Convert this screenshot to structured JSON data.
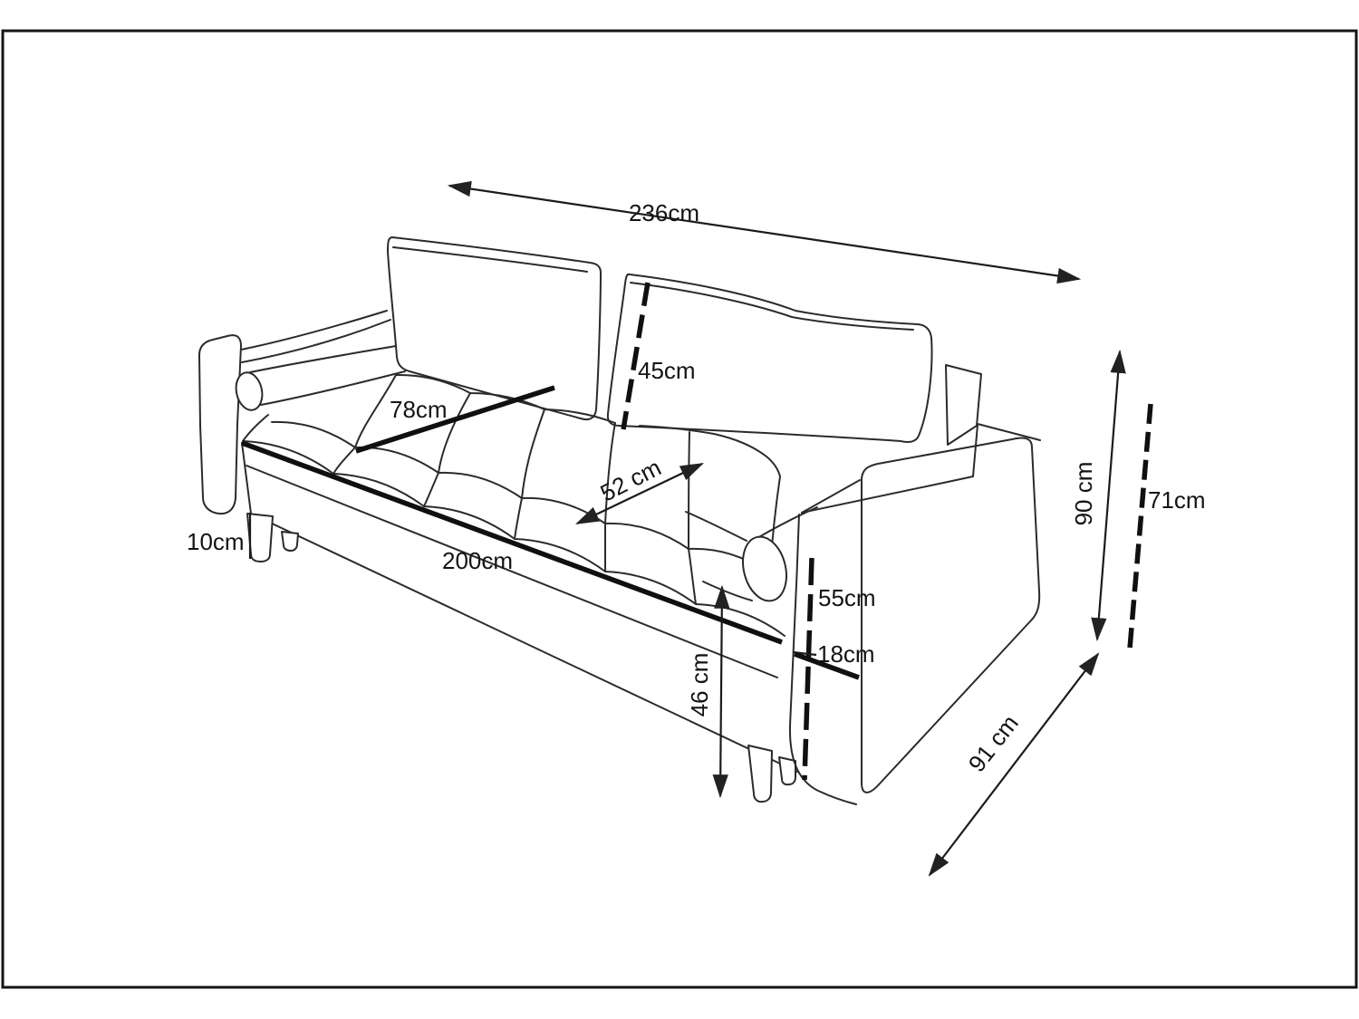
{
  "canvas": {
    "background": "#ffffff",
    "frame_color": "#141414",
    "drawing_line_color": "#2b2b2b",
    "annotation_color": "#101010"
  },
  "diagram": {
    "subject": "sofa",
    "unit": "cm"
  },
  "dimensions": {
    "total_width": {
      "label": "236cm",
      "value": 236,
      "unit": "cm",
      "measures": "overall width"
    },
    "back_cushion_height": {
      "label": "45cm",
      "value": 45,
      "unit": "cm",
      "measures": "back cushion height"
    },
    "seat_depth": {
      "label": "78cm",
      "value": 78,
      "unit": "cm",
      "measures": "seat depth"
    },
    "seat_cushion_width": {
      "label": "52 cm",
      "value": 52,
      "unit": "cm",
      "measures": "seat cushion width"
    },
    "leg_height": {
      "label": "10cm",
      "value": 10,
      "unit": "cm",
      "measures": "leg height"
    },
    "bed_length": {
      "label": "200cm",
      "value": 200,
      "unit": "cm",
      "measures": "seat / bed length"
    },
    "seat_height": {
      "label": "46 cm",
      "value": 46,
      "unit": "cm",
      "measures": "seat height"
    },
    "armrest_height": {
      "label": "55cm",
      "value": 55,
      "unit": "cm",
      "measures": "armrest height"
    },
    "armrest_width": {
      "label": "18cm",
      "value": 18,
      "unit": "cm",
      "measures": "armrest width"
    },
    "total_height": {
      "label": "90 cm",
      "value": 90,
      "unit": "cm",
      "measures": "overall height"
    },
    "backrest_height": {
      "label": "71cm",
      "value": 71,
      "unit": "cm",
      "measures": "backrest height"
    },
    "total_depth": {
      "label": "91 cm",
      "value": 91,
      "unit": "cm",
      "measures": "overall depth"
    }
  }
}
